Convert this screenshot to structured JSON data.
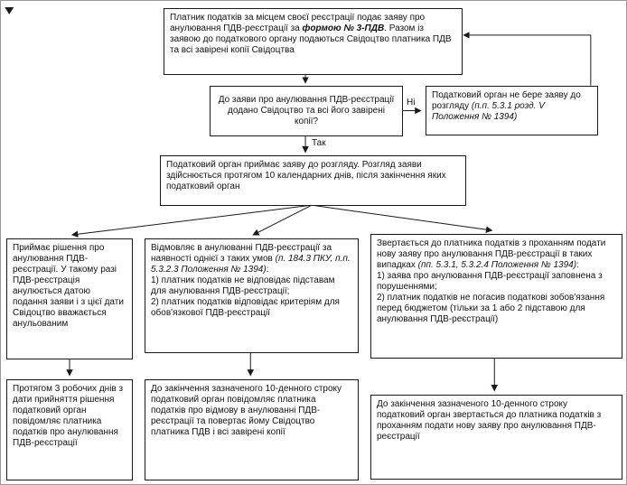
{
  "flowchart": {
    "branch_labels": {
      "no": "Ні",
      "yes": "Так"
    },
    "nodes": {
      "submit": {
        "t1": "Платник податків за місцем своєї реєстрації подає заяву про анулювання ПДВ-реєстрації за ",
        "em1": "формою № 3-ПДВ",
        "t2": ". Разом із заявою до податкового органу подаються Свідоцтво платника ПДВ та всі завірені копії Свідоцтва"
      },
      "question": {
        "t1": "До заяви про анулювання ПДВ-реєстрації додано Свідоцтво та всі його завірені копії?"
      },
      "reject_intake": {
        "t1": "Податковий орган не бере заяву до розгляду ",
        "em1": "(п.п. 5.3.1 розд. V Положення № 1394)"
      },
      "accept": {
        "t1": "Податковий орган приймає заяву до розгляду. Розгляд заяви здійснюється протягом 10 календарних днів, після закінчення яких податковий орган"
      },
      "decision": {
        "t1": "Приймає рішення про анулювання ПДВ-реєстрації. У такому разі ПДВ-реєстрація анулюється датою подання заяви і з цієї дати Свідоцтво вважається анульованим"
      },
      "refuse": {
        "t1": "Відмовляє в анулюванні ПДВ-реєстрації за наявності однієї з таких умов ",
        "em1": "(п. 184.3 ПКУ, п.п. 5.3.2.3 Положення № 1394)",
        "t2": ":",
        "item1": "1) платник податків не відповідає підставам для анулювання ПДВ-реєстрації;",
        "item2": "2) платник податків відповідає критеріям для обов'язкової ПДВ-реєстрації"
      },
      "request_new": {
        "t1": "Звертається до платника податків з проханням подати нову заяву про анулювання ПДВ-реєстрації в таких випадках ",
        "em1": "(пп. 5.3.1, 5.3.2.4 Положення № 1394)",
        "t2": ":",
        "item1": "1) заява про анулювання ПДВ-реєстрації заповнена з порушеннями;",
        "item2": "2) платник податків не погасив податкові зобов'язання перед бюджетом (тільки за 1 або 2 підставою для анулювання ПДВ-реєстрації)"
      },
      "notify_decision": {
        "t1": "Протягом 3 робочих днів з дати прийняття рішення податковий орган повідомляє платника податків про анулювання ПДВ-реєстрації"
      },
      "notify_refusal": {
        "t1": "До закінчення зазначеного 10-денного строку податковий орган повідомляє платника податків про відмову в анулюванні ПДВ-реєстрації та повертає йому Свідоцтво платника ПДВ і всі завірені копії"
      },
      "notify_request": {
        "t1": "До закінчення зазначеного 10-денного строку податковий орган звертається до платника податків з проханням подати нову заяву про анулювання ПДВ-реєстрації"
      }
    }
  }
}
